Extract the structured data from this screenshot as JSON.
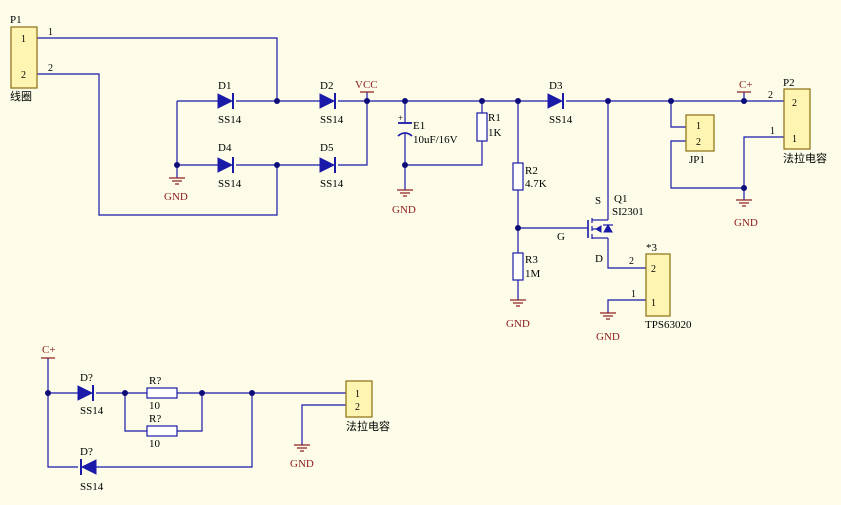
{
  "net_labels": {
    "vcc": "VCC",
    "cplus_top": "C+",
    "cplus_bottom": "C+",
    "gnd": "GND"
  },
  "components": {
    "P1": {
      "designator": "P1",
      "comment": "线圈",
      "pin1": "1",
      "pin2": "2"
    },
    "D1": {
      "designator": "D1",
      "comment": "SS14"
    },
    "D2": {
      "designator": "D2",
      "comment": "SS14"
    },
    "D4": {
      "designator": "D4",
      "comment": "SS14"
    },
    "D5": {
      "designator": "D5",
      "comment": "SS14"
    },
    "E1": {
      "designator": "E1",
      "comment": "10uF/16V",
      "polarity": "+"
    },
    "R1": {
      "designator": "R1",
      "comment": "1K"
    },
    "D3": {
      "designator": "D3",
      "comment": "SS14"
    },
    "R2": {
      "designator": "R2",
      "comment": "4.7K"
    },
    "R3": {
      "designator": "R3",
      "comment": "1M"
    },
    "Q1": {
      "designator": "Q1",
      "comment": "SI2301",
      "pin_s": "S",
      "pin_g": "G",
      "pin_d": "D"
    },
    "JP1": {
      "designator": "JP1",
      "pin1": "1",
      "pin2": "2"
    },
    "P2": {
      "designator": "P2",
      "comment": "法拉电容",
      "pin1": "1",
      "pin2": "2",
      "net_pin2": "2",
      "net_pin1": "1"
    },
    "U3": {
      "designator": "*3",
      "comment": "TPS63020",
      "pin1": "1",
      "pin2": "2",
      "net_pin2": "2",
      "net_pin1": "1"
    },
    "Dq1": {
      "designator": "D?",
      "comment": "SS14"
    },
    "Dq2": {
      "designator": "D?",
      "comment": "SS14"
    },
    "Rq1": {
      "designator": "R?",
      "comment": "10"
    },
    "Rq2": {
      "designator": "R?",
      "comment": "10"
    },
    "P3": {
      "comment": "法拉电容",
      "pin1": "1",
      "pin2": "2"
    }
  },
  "colors": {
    "wire": "#1a1aa8",
    "power_port": "#8b1a1a",
    "part_body": "#fff5b3",
    "background": "#fdfce8"
  }
}
